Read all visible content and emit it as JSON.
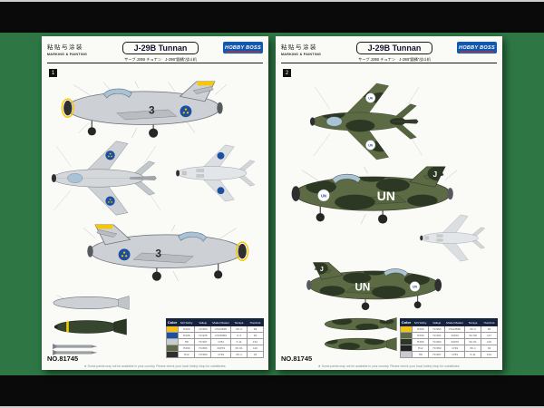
{
  "scene": {
    "palette": {
      "mat_green": "#2e7745",
      "letterbox_black": "#0a0a0a",
      "page_white": "#fafaf7",
      "silver": "#cdd1d5",
      "yellow_accent": "#f6c800",
      "roundel_blue": "#1d4fa0",
      "camo_green": "#5c6b44",
      "camo_dark": "#2c3824",
      "logo_blue": "#1457ae"
    }
  },
  "pages": [
    {
      "header": {
        "cn_label": "粘贴与涂装",
        "marking_label": "MARKING & PAINTING",
        "title": "J-29B Tunnan",
        "subtitle": "サーブ J29B チュナン　J-29B“圆桶”战斗机",
        "brand": "HOBBY BOSS"
      },
      "badge": "1",
      "markings": {
        "code": "3"
      },
      "item_no": "NO.81745",
      "note": "★ Some paints may not be available in your country. Please check your local hobby shop for substitutes.",
      "table": {
        "header_label": "Color",
        "columns": [
          "Mr.Hobby",
          "Vallejo",
          "Model Master",
          "Tamiya",
          "Humbrol"
        ],
        "rows": [
          {
            "swatch": "#f2c11e",
            "codes": [
              "H329",
              "70.953",
              "FS13538",
              "XF-3",
              "69"
            ]
          },
          {
            "swatch": "#1d4fa0",
            "codes": [
              "H328",
              "70.925",
              "FS15050",
              "X-4",
              "25"
            ]
          },
          {
            "swatch": "#c8ccd0",
            "codes": [
              "H8",
              "70.997",
              "1781",
              "X-11",
              "191"
            ]
          },
          {
            "swatch": "#5b6b47",
            "codes": [
              "H309",
              "70.893",
              "34079",
              "XF-61",
              "116"
            ]
          },
          {
            "swatch": "#2e2e2e",
            "codes": [
              "H12",
              "70.950",
              "1749",
              "XF-1",
              "33"
            ]
          }
        ]
      }
    },
    {
      "header": {
        "cn_label": "粘贴与涂装",
        "marking_label": "MARKING & PAINTING",
        "title": "J-29B Tunnan",
        "subtitle": "サーブ J29B チュナン　J-29B“圆桶”战斗机",
        "brand": "HOBBY BOSS"
      },
      "badge": "2",
      "markings": {
        "code": "UN",
        "tail": "J"
      },
      "item_no": "NO.81745",
      "note": "★ Some paints may not be available in your country. Please check your local hobby shop for substitutes.",
      "table": {
        "header_label": "Color",
        "columns": [
          "Mr.Hobby",
          "Vallejo",
          "Model Master",
          "Tamiya",
          "Humbrol"
        ],
        "rows": [
          {
            "swatch": "#f2c11e",
            "codes": [
              "H329",
              "70.953",
              "FS13538",
              "XF-3",
              "69"
            ]
          },
          {
            "swatch": "#5c6b44",
            "codes": [
              "H330",
              "70.924",
              "34102",
              "XF-58",
              "117"
            ]
          },
          {
            "swatch": "#2c3824",
            "codes": [
              "H309",
              "70.893",
              "34079",
              "XF-61",
              "116"
            ]
          },
          {
            "swatch": "#222222",
            "codes": [
              "H12",
              "70.950",
              "1749",
              "XF-1",
              "33"
            ]
          },
          {
            "swatch": "#c8ccd0",
            "codes": [
              "H8",
              "70.997",
              "1781",
              "X-11",
              "191"
            ]
          }
        ]
      }
    }
  ]
}
